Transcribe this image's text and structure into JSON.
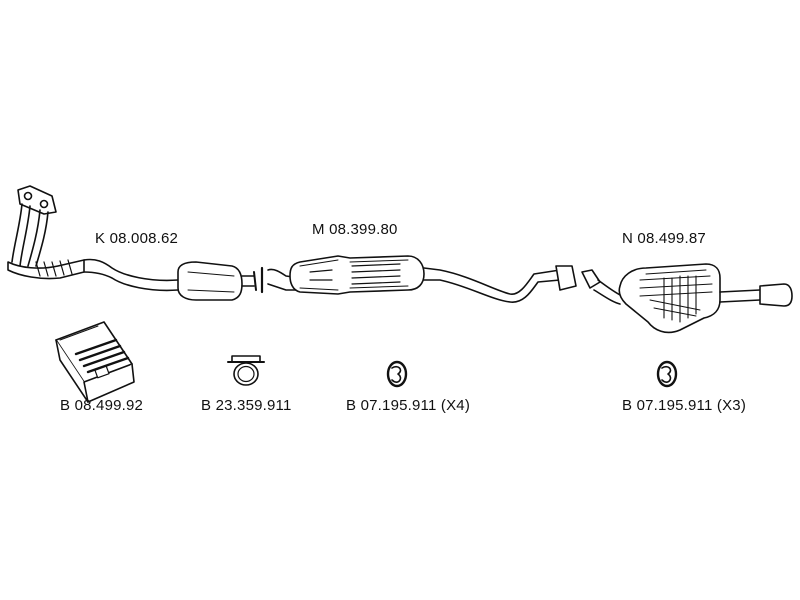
{
  "parts": {
    "front_pipe_label": "K 08.008.62",
    "middle_silencer_label": "M 08.399.80",
    "rear_silencer_label": "N 08.499.87"
  },
  "accessories": {
    "mounting_kit_label": "B 08.499.92",
    "clamp_label": "B 23.359.911",
    "hanger_middle_label": "B 07.195.911 (X4)",
    "hanger_rear_label": "B 07.195.911 (X3)"
  }
}
